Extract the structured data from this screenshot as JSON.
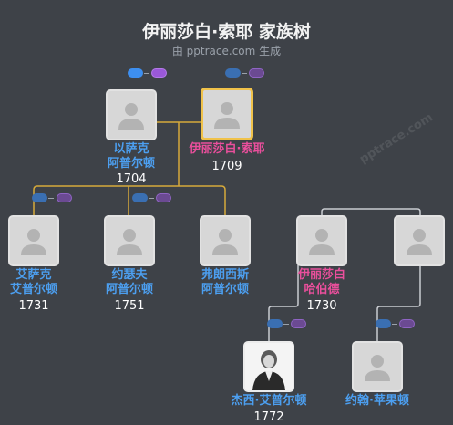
{
  "title": "伊丽莎白·索耶 家族树",
  "subtitle": "由 pptrace.com 生成",
  "watermark": "pptrace.com",
  "colors": {
    "background": "#3e4248",
    "male_name": "#4c9ff0",
    "female_name": "#ea4f9c",
    "highlight_border": "#f0c24a",
    "line_gold": "#d6a93a",
    "line_gray": "#c9ccd1"
  },
  "people": [
    {
      "id": "isaac",
      "name": "以萨克\n阿普尔顿",
      "year": "1704",
      "gender": "male",
      "icon": "person-silhouette-icon"
    },
    {
      "id": "elizabeth_sawyer",
      "name": "伊丽莎白·索耶",
      "year": "1709",
      "gender": "female",
      "icon": "person-silhouette-icon",
      "highlighted": true
    },
    {
      "id": "isaac_jr",
      "name": "艾萨克\n艾普尔顿",
      "year": "1731",
      "gender": "male",
      "icon": "person-silhouette-icon"
    },
    {
      "id": "joseph",
      "name": "约瑟夫\n阿普尔顿",
      "year": "1751",
      "gender": "male",
      "icon": "person-silhouette-icon"
    },
    {
      "id": "francis",
      "name": "弗朗西斯\n阿普尔顿",
      "year": "",
      "gender": "male",
      "icon": "person-silhouette-icon"
    },
    {
      "id": "elizabeth_hubbard",
      "name": "伊丽莎白\n哈伯德",
      "year": "1730",
      "gender": "female",
      "icon": "person-silhouette-icon"
    },
    {
      "id": "unknown",
      "name": "",
      "year": "",
      "gender": "male",
      "icon": "person-silhouette-icon"
    },
    {
      "id": "jesse",
      "name": "杰西·艾普尔顿",
      "year": "1772",
      "gender": "male",
      "icon": "portrait-photo"
    },
    {
      "id": "john",
      "name": "约翰·苹果顿",
      "year": "",
      "gender": "male",
      "icon": "person-silhouette-icon"
    }
  ]
}
